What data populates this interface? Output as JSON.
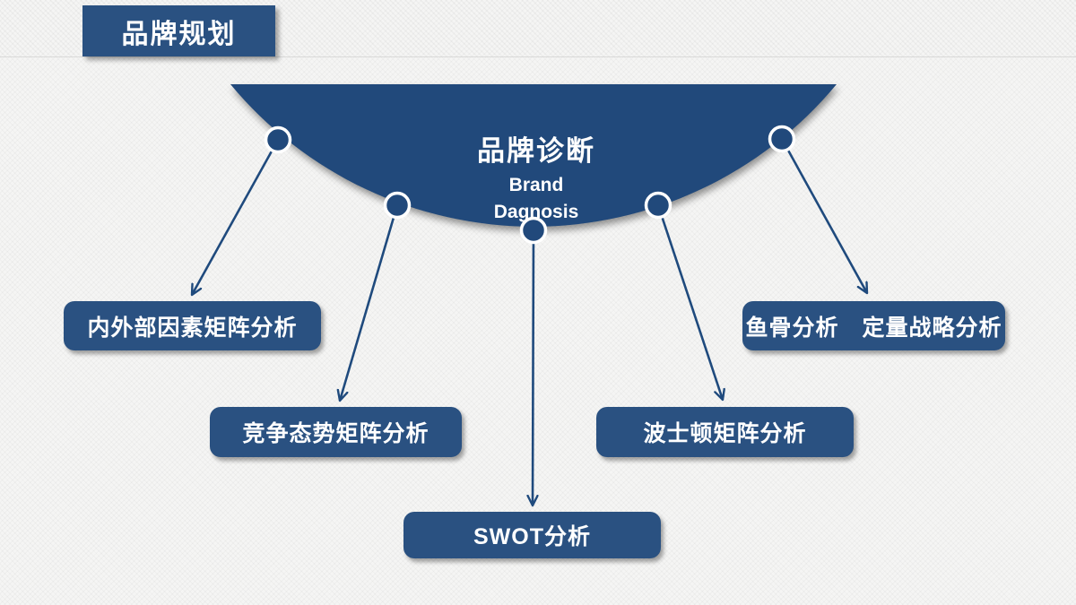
{
  "slide": {
    "title": "品牌规划",
    "hub": {
      "title": "品牌诊断",
      "subtitle_line1": "Brand",
      "subtitle_line2": "Dagnosis"
    },
    "nodes": [
      {
        "label": "内外部因素矩阵分析"
      },
      {
        "label": "竞争态势矩阵分析"
      },
      {
        "label": "SWOT分析"
      },
      {
        "label": "波士顿矩阵分析"
      },
      {
        "label": "鱼骨分析　定量战略分析"
      }
    ],
    "colors": {
      "primary_blue": "#21497b",
      "box_blue": "#2a5181",
      "connector_blue": "#1f4a7d",
      "background": "#f5f5f4",
      "text_on_blue": "#ffffff"
    }
  }
}
